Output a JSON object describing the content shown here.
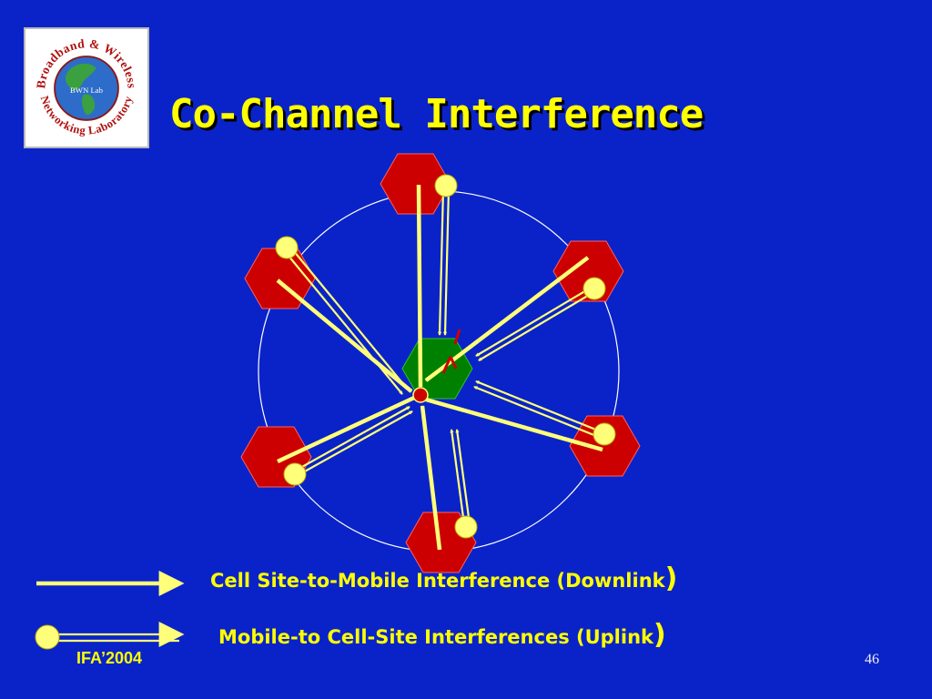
{
  "logo": {
    "text_top": "Broadband & Wireless",
    "text_bottom": "Networking Laboratory",
    "badge": "BWN Lab"
  },
  "title": "Co-Channel Interference",
  "legend": {
    "downlink": "Cell Site-to-Mobile Interference (Downlink",
    "uplink": "Mobile-to Cell-Site Interferences (Uplink"
  },
  "footer": {
    "left": "IFA’2004",
    "page": "46"
  },
  "colors": {
    "background": "#0a23c8",
    "title": "#ffff00",
    "arrow": "#ffff7a",
    "interferer_cell": "#cc0000",
    "center_cell": "#008000"
  }
}
